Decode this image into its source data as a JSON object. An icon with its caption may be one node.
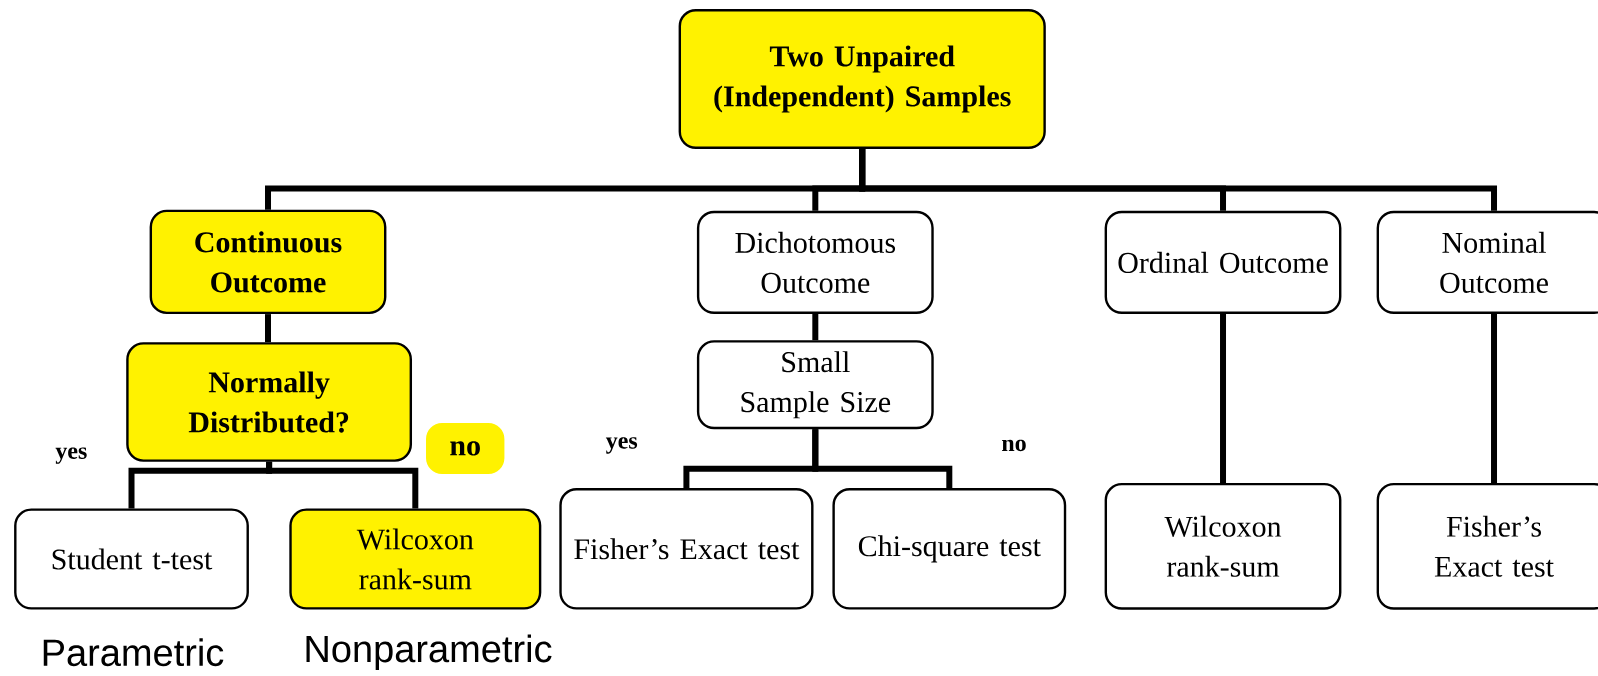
{
  "diagram": {
    "nodes": [
      {
        "text": [
          "Two Unpaired (Independent) Samples"
        ]
      },
      {
        "text": [
          "Continuous Outcome"
        ]
      },
      {
        "text": [
          "Dichotomous Outcome"
        ]
      },
      {
        "text": [
          "Ordinal Outcome"
        ]
      },
      {
        "text": [
          "Nominal Outcome"
        ]
      },
      {
        "text": [
          "Normally Distributed?"
        ]
      },
      {
        "text": [
          "no"
        ]
      },
      {
        "text": [
          "Small Sample Size"
        ]
      },
      {
        "text": [
          "Student t-test"
        ]
      },
      {
        "text": [
          "Wilcoxon rank-sum"
        ]
      },
      {
        "text": [
          "Fisher’s Exact test"
        ]
      },
      {
        "text": [
          "Chi-square test"
        ]
      },
      {
        "text": [
          "Wilcoxon rank-sum"
        ]
      },
      {
        "text": [
          "Fisher’s Exact test"
        ]
      }
    ],
    "edges": [
      {
        "from": 0,
        "to": 1,
        "arrow": "none"
      },
      {
        "from": 0,
        "to": 2,
        "arrow": "none"
      },
      {
        "from": 0,
        "to": 3,
        "arrow": "none"
      },
      {
        "from": 0,
        "to": 4,
        "arrow": "none"
      },
      {
        "from": 1,
        "to": 5,
        "arrow": "none"
      },
      {
        "from": 5,
        "to": 8,
        "arrow": "none"
      },
      {
        "from": 5,
        "to": 9,
        "arrow": "none"
      },
      {
        "from": 2,
        "to": 7,
        "arrow": "none"
      },
      {
        "from": 7,
        "to": 10,
        "arrow": "none"
      },
      {
        "from": 7,
        "to": 11,
        "arrow": "none"
      },
      {
        "from": 3,
        "to": 12,
        "arrow": "none"
      },
      {
        "from": 4,
        "to": 13,
        "arrow": "none"
      }
    ],
    "labels": [
      "yes",
      "yes",
      "no",
      "Parametric",
      "Nonparametric"
    ]
  }
}
